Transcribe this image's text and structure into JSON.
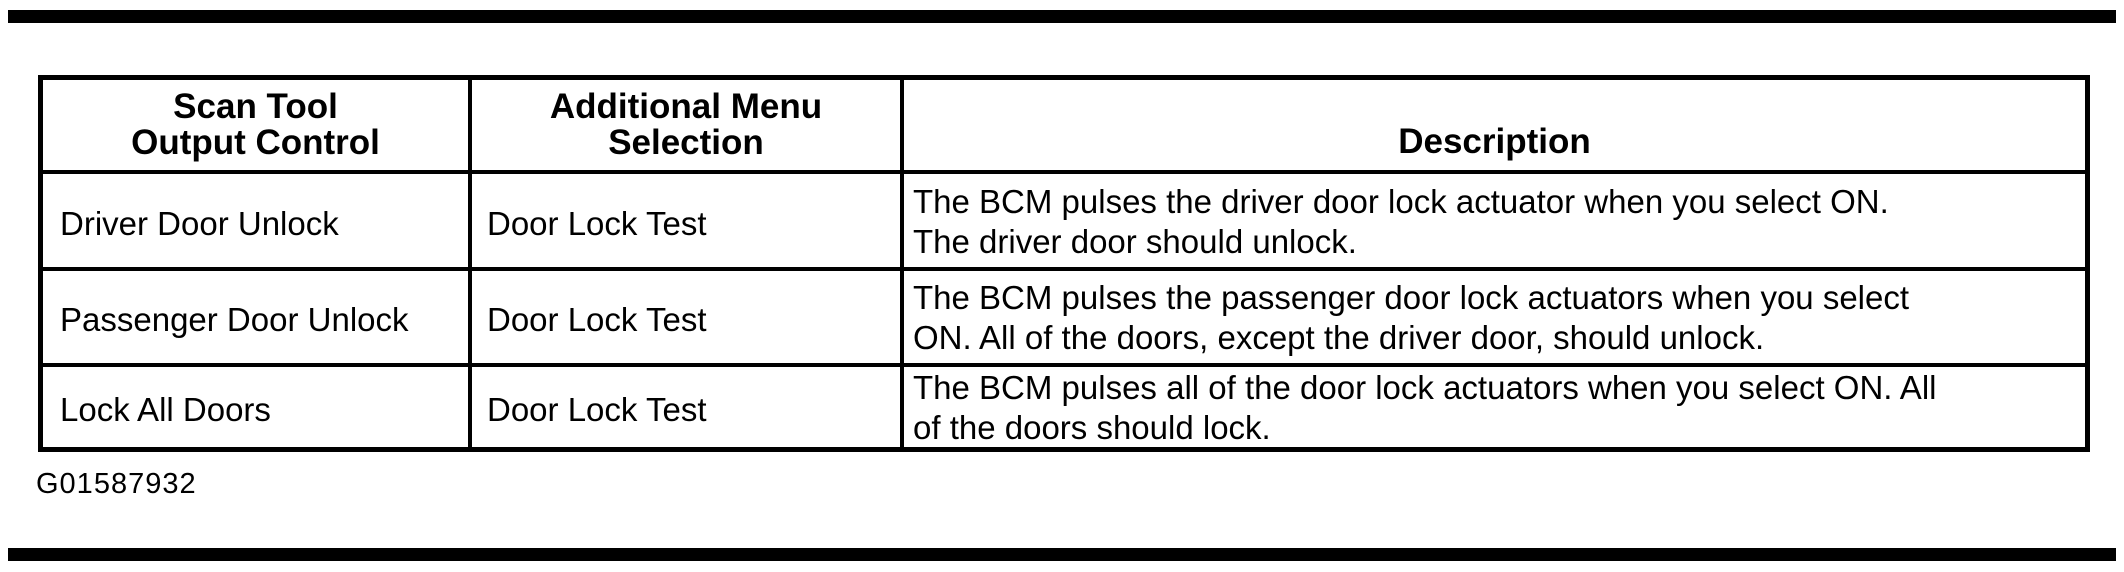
{
  "document": {
    "figure_id": "G01587932",
    "colors": {
      "background": "#ffffff",
      "text": "#000000",
      "table_border": "#000000",
      "scan_edge_bar": "#000000"
    },
    "table": {
      "headers": [
        {
          "lines": [
            "Scan Tool",
            "Output Control"
          ]
        },
        {
          "lines": [
            "Additional Menu",
            "Selection"
          ]
        },
        {
          "lines": [
            "Description"
          ]
        }
      ],
      "rows": [
        {
          "scan_tool_output_control": "Driver Door Unlock",
          "additional_menu_selection": "Door Lock Test",
          "description": "The BCM pulses the driver door lock actuator when you select ON. The driver door should unlock.",
          "description_lines": [
            "The BCM pulses the driver door lock actuator when you select ON.",
            "The driver door should unlock."
          ]
        },
        {
          "scan_tool_output_control": "Passenger Door Unlock",
          "additional_menu_selection": "Door Lock Test",
          "description": "The BCM pulses the passenger door lock actuators when you select ON. All of the doors, except the driver door, should unlock.",
          "description_lines": [
            "The BCM pulses the passenger door lock actuators when you select",
            "ON. All of the doors, except the driver door, should unlock."
          ]
        },
        {
          "scan_tool_output_control": "Lock All Doors",
          "additional_menu_selection": "Door Lock Test",
          "description": "The BCM pulses all of the door lock actuators when you select ON. All of the doors should lock.",
          "description_lines": [
            "The BCM pulses all of the door lock actuators when you select ON. All",
            "of the doors should lock."
          ]
        }
      ]
    }
  }
}
